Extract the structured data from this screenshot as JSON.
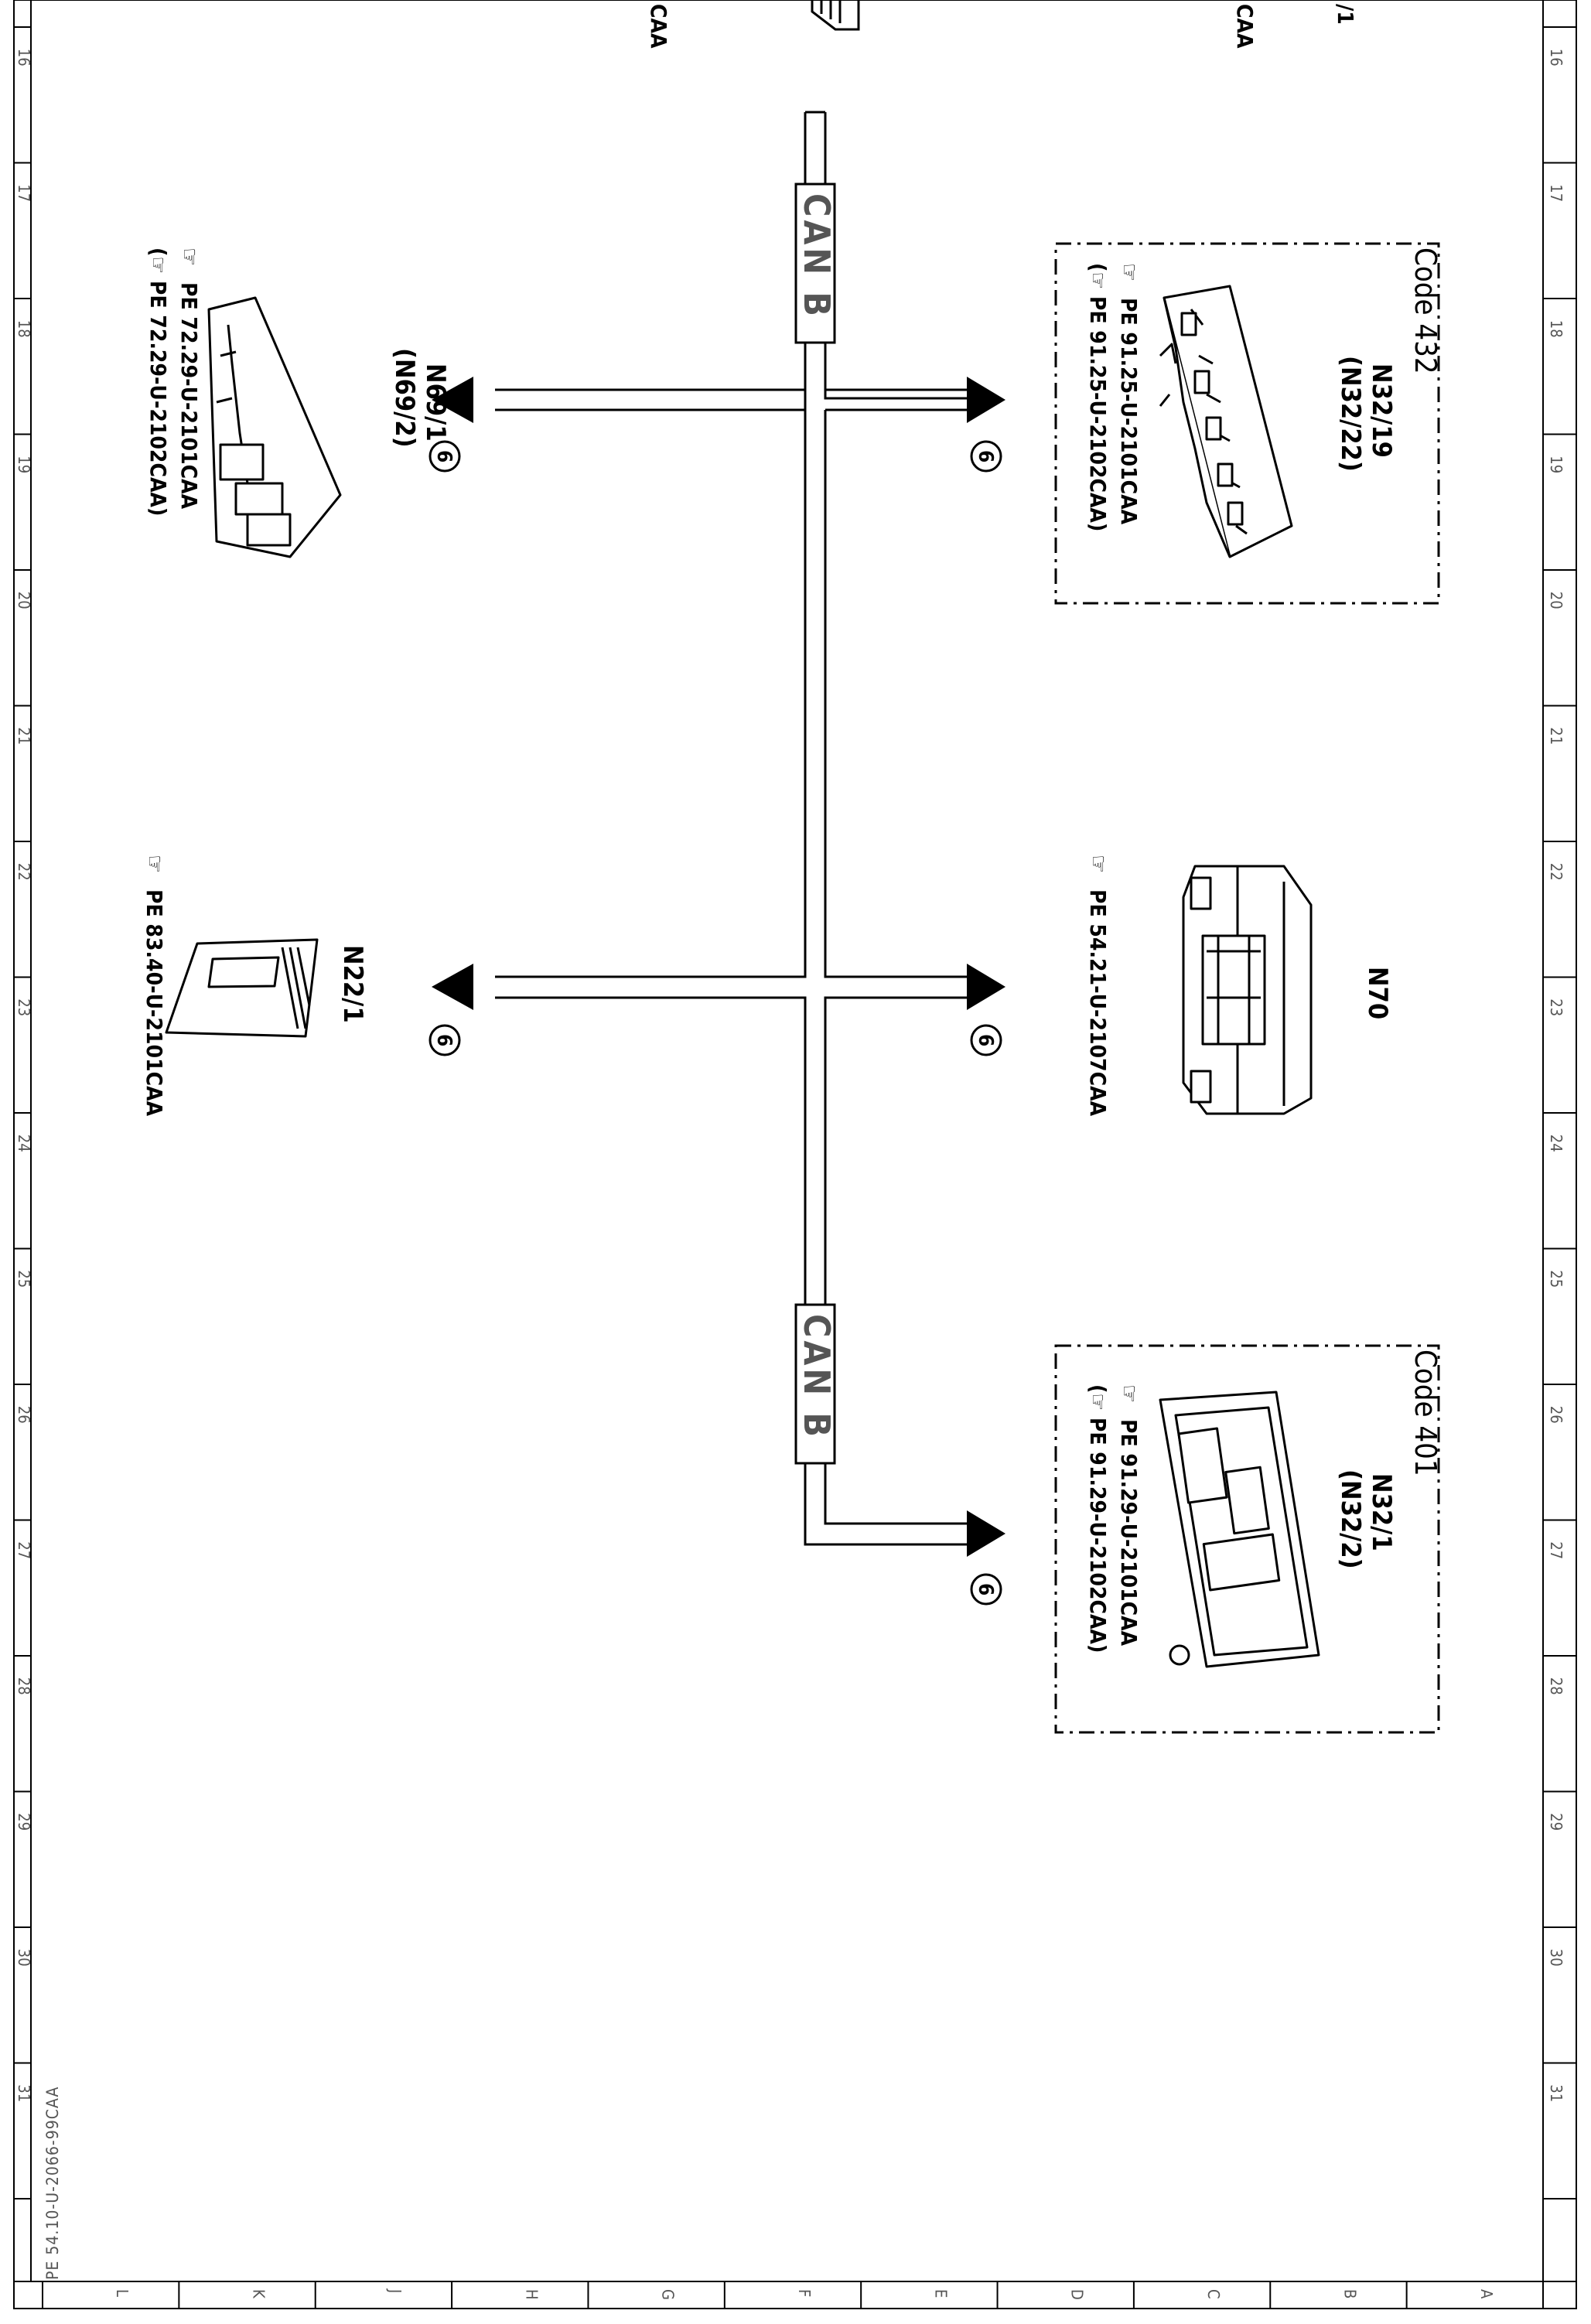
{
  "top_cut": {
    "left": "CAA",
    "right_a": "/1",
    "right_b": "CAA"
  },
  "frame": {
    "row_numbers": [
      "16",
      "17",
      "18",
      "19",
      "20",
      "21",
      "22",
      "23",
      "24",
      "25",
      "26",
      "27",
      "28",
      "29",
      "30",
      "31"
    ],
    "column_letters": [
      "L",
      "K",
      "J",
      "H",
      "G",
      "F",
      "E",
      "D",
      "C",
      "B",
      "A"
    ]
  },
  "doc_id": "PE 54.10-U-2066-99CAA",
  "bus": {
    "label_1": "CAN B",
    "label_2": "CAN B"
  },
  "connector_marker": "6",
  "right_components": [
    {
      "code": "Code 432",
      "name": "N32/19",
      "alt": "(N32/22)",
      "ref1": "PE 91.25-U-2101CAA",
      "ref2": "(☞ PE 91.25-U-2102CAA)"
    },
    {
      "name": "N70",
      "ref1": "PE 54.21-U-2107CAA"
    },
    {
      "code": "Code 401",
      "name": "N32/1",
      "alt": "(N32/2)",
      "ref1": "PE 91.29-U-2101CAA",
      "ref2": "(☞ PE 91.29-U-2102CAA)"
    }
  ],
  "left_components": [
    {
      "name": "N69/1",
      "alt": "(N69/2)",
      "ref1": "PE 72.29-U-2101CAA",
      "ref2": "(☞ PE 72.29-U-2102CAA)"
    },
    {
      "name": "N22/1",
      "ref1": "PE 83.40-U-2101CAA"
    }
  ],
  "colors": {
    "line": "#000000",
    "label_bg": "#ffffff",
    "label_text": "#444444"
  }
}
